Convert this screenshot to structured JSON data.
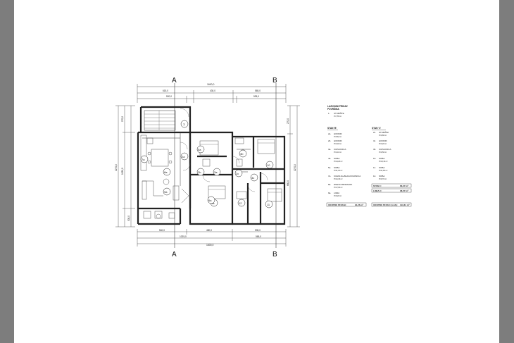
{
  "section_markers": {
    "a": "A",
    "b": "B"
  },
  "dimensions": {
    "top_total": "1600,0",
    "top_segments": [
      "615,0",
      "430,0",
      "565,0"
    ],
    "top_sub": [
      "520,0",
      "535,0"
    ],
    "left_total": "1270,0",
    "left_segments": [
      "270,0",
      "1030,0",
      "300,0"
    ],
    "right_segments": [
      "270,0",
      "660,0"
    ],
    "right_total": "1270,0",
    "bottom_segments": [
      "540,0",
      "480,0",
      "535,0"
    ],
    "bottom_sub": [
      "1025,0",
      "565,0"
    ],
    "bottom_total": "1600,0"
  },
  "room_labels": [
    "1",
    "2a",
    "2b",
    "2c",
    "3a",
    "3b",
    "3c",
    "4a",
    "5a",
    "6a",
    "7a",
    "8a",
    "9a",
    "10",
    "11",
    "12"
  ],
  "schedule": {
    "title": [
      "LAZIONINI PRIKAZ",
      "POVRŠINA"
    ],
    "left_col_header": "STAN 'B'",
    "right_col_header": "STAN 'C'",
    "left_rows": [
      {
        "code": "1.",
        "name": "STUBIŠTE",
        "area": "P=7,55 m²"
      },
      {
        "code": "2a.",
        "name": "HODNIK",
        "area": "P=5,62 m²"
      },
      {
        "code": "2b.",
        "name": "HODNIK",
        "area": "P=3,18 m²"
      },
      {
        "code": "3a.",
        "name": "KUPAONICA",
        "area": "P=4,10 m²"
      },
      {
        "code": "4a.",
        "name": "SOBA",
        "area": "P=14,20 m²"
      },
      {
        "code": "5a.",
        "name": "SOBA",
        "area": "P=11,40 m²"
      },
      {
        "code": "7a.",
        "name": "KUHINJA+BLAGOVAONICA",
        "area": "P=21,30 m²"
      },
      {
        "code": "8a.",
        "name": "DNEVNI BORAVAK",
        "area": "P=17,60 m²"
      },
      {
        "code": "9a.",
        "name": "LOĐA",
        "area": "P=6,20 m²"
      }
    ],
    "right_rows": [
      {
        "code": "2c.",
        "name": "STUBIŠNI",
        "area": "P=4,80 m²"
      },
      {
        "code": "3c.",
        "name": "HODNIK",
        "area": "P=3,20 m²"
      },
      {
        "code": "3b.",
        "name": "KUPAONICA",
        "area": "P=4,50 m²"
      },
      {
        "code": "10.",
        "name": "SOBA",
        "area": "P=13,10 m²"
      },
      {
        "code": "11.",
        "name": "SOBA",
        "area": "P=11,80 m²"
      },
      {
        "code": "12.",
        "name": "SOBA",
        "area": "P=9,70 m²"
      }
    ],
    "left_total_label": "UKUPNO STAN B:",
    "left_total_value": "91,26 m²",
    "right_sub1_label": "STAN C:",
    "right_sub1_value": "63,07 m²",
    "right_sub2_label": "LOĐA C:",
    "right_sub2_value": "36,57 m²",
    "right_total_label": "UKUPNO STAN C (LAS):",
    "right_total_value": "113,31 m²"
  }
}
